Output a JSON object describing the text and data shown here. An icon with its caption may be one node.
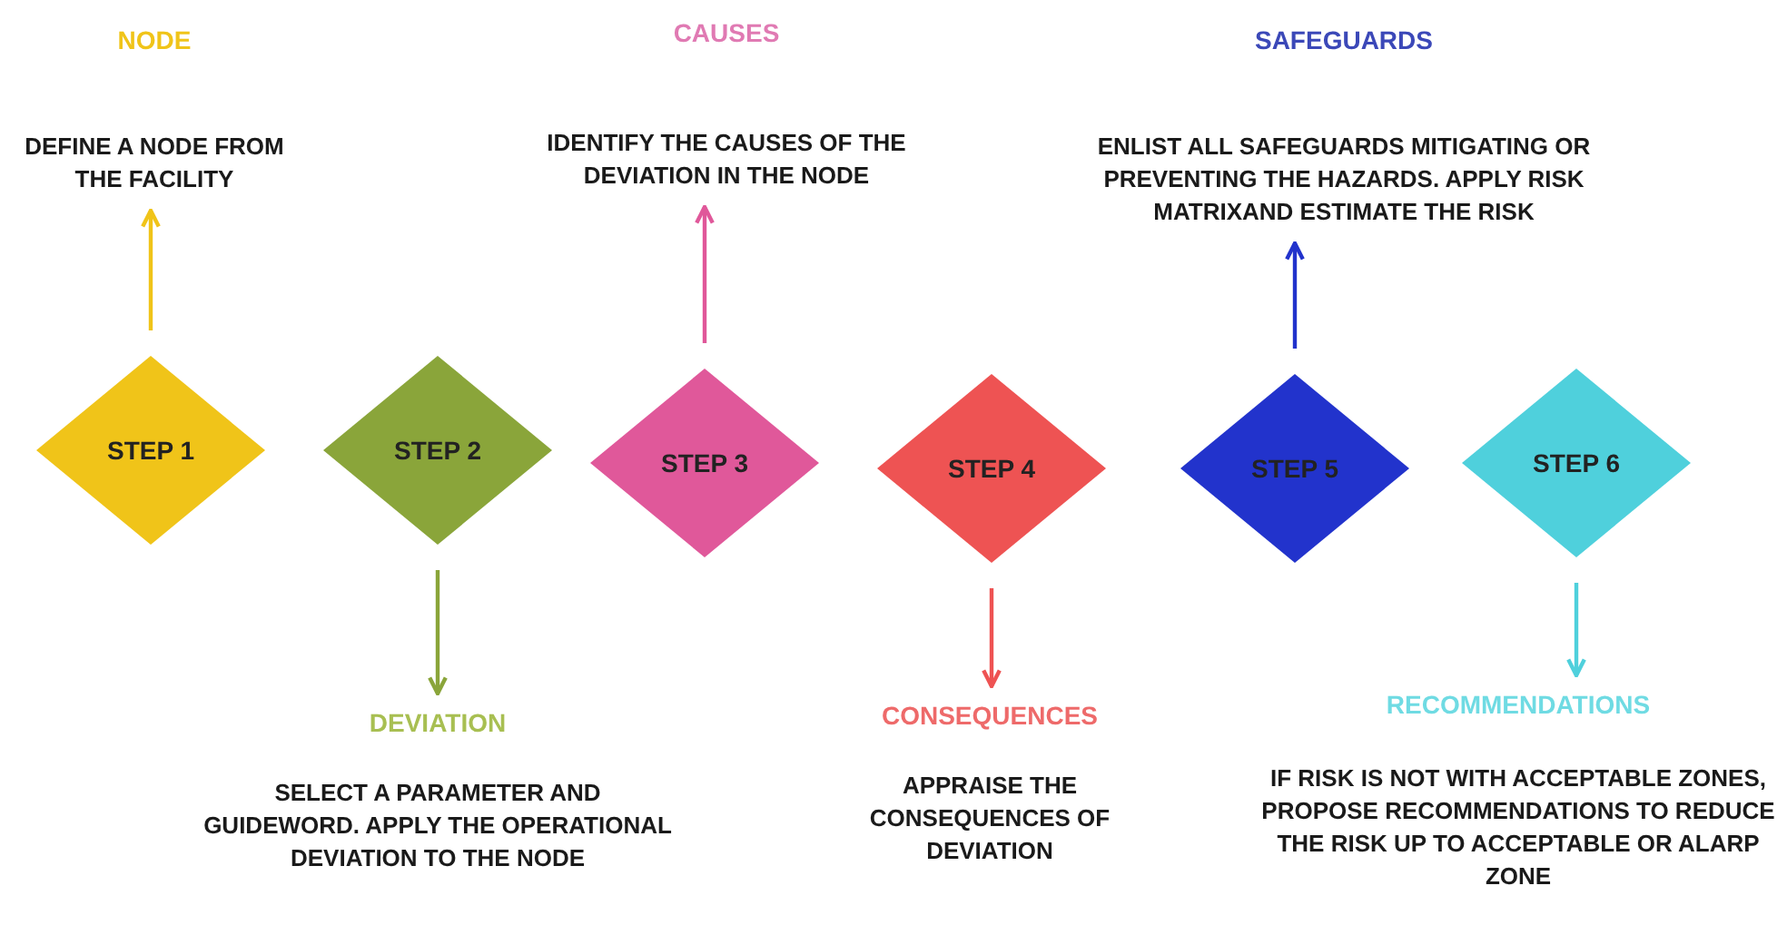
{
  "diagram": {
    "nodes": [
      {
        "text": [
          "STEP 1"
        ]
      },
      {
        "text": [
          "STEP 2"
        ]
      },
      {
        "text": [
          "STEP 3"
        ]
      },
      {
        "text": [
          "STEP 4"
        ]
      },
      {
        "text": [
          "STEP 5"
        ]
      },
      {
        "text": [
          "STEP 6"
        ]
      },
      {
        "text": [
          "NODE",
          "DEFINE A NODE FROM THE FACILITY"
        ]
      },
      {
        "text": [
          "DEVIATION",
          "SELECT A PARAMETER AND GUIDEWORD. APPLY THE OPERATIONAL DEVIATION TO THE NODE"
        ]
      },
      {
        "text": [
          "CAUSES",
          "IDENTIFY THE CAUSES OF THE DEVIATION IN THE NODE"
        ]
      },
      {
        "text": [
          "CONSEQUENCES",
          "APPRAISE THE CONSEQUENCES OF DEVIATION"
        ]
      },
      {
        "text": [
          "SAFEGUARDS",
          "ENLIST ALL SAFEGUARDS MITIGATING OR PREVENTING THE HAZARDS. APPLY RISK MATRIXAND ESTIMATE THE RISK"
        ]
      },
      {
        "text": [
          "RECOMMENDATIONS",
          "IF RISK IS NOT WITH ACCEPTABLE ZONES, PROPOSE RECOMMENDATIONS TO REDUCE THE RISK UP TO ACCEPTABLE OR ALARP ZONE"
        ]
      }
    ],
    "edges": [
      {
        "from": 0,
        "to": 6,
        "arrow": "to",
        "color": "#f0c419"
      },
      {
        "from": 1,
        "to": 7,
        "arrow": "to",
        "color": "#8aa53a"
      },
      {
        "from": 2,
        "to": 8,
        "arrow": "to",
        "color": "#e0589a"
      },
      {
        "from": 3,
        "to": 9,
        "arrow": "to",
        "color": "#ee5353"
      },
      {
        "from": 4,
        "to": 10,
        "arrow": "to",
        "color": "#2233cc"
      },
      {
        "from": 5,
        "to": 11,
        "arrow": "to",
        "color": "#4fd0dc"
      }
    ]
  }
}
